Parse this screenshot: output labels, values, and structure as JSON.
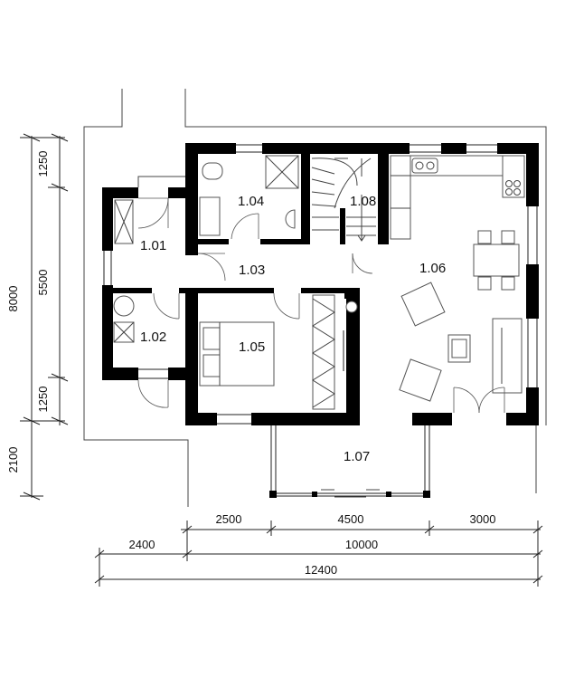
{
  "plan": {
    "rooms": [
      {
        "id": "r101",
        "label": "1.01"
      },
      {
        "id": "r102",
        "label": "1.02"
      },
      {
        "id": "r103",
        "label": "1.03"
      },
      {
        "id": "r104",
        "label": "1.04"
      },
      {
        "id": "r105",
        "label": "1.05"
      },
      {
        "id": "r106",
        "label": "1.06"
      },
      {
        "id": "r107",
        "label": "1.07"
      },
      {
        "id": "r108",
        "label": "1.08"
      }
    ],
    "dimensions": {
      "vertical_total": "8000",
      "vertical_1": "1250",
      "vertical_2": "5500",
      "vertical_3": "1250",
      "vertical_4": "2100",
      "horiz_1": "2500",
      "horiz_2": "4500",
      "horiz_3": "3000",
      "horiz_4": "2400",
      "horiz_5": "10000",
      "horiz_total": "12400"
    }
  }
}
